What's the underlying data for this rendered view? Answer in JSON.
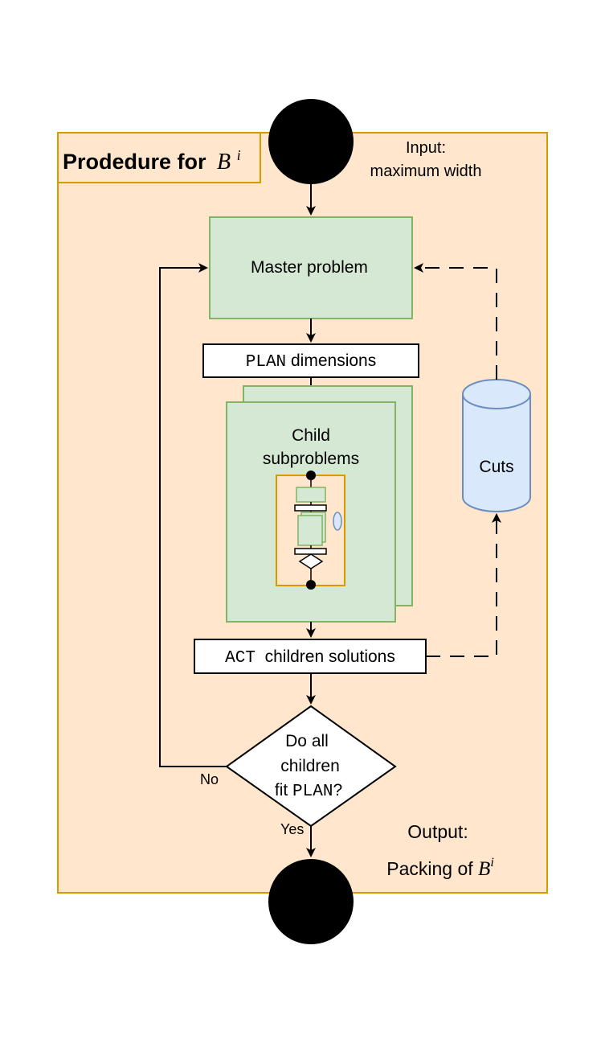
{
  "frame": {
    "title": "Prodedure for",
    "title_math_base": "B",
    "title_math_sup": "i"
  },
  "start": {
    "input_line1": "Input:",
    "input_line2": "maximum width"
  },
  "nodes": {
    "master": "Master problem",
    "plan_keyword": "PLAN",
    "plan_rest": " dimensions",
    "child_line1": "Child",
    "child_line2": "subproblems",
    "act_keyword": "ACT",
    "act_rest": "  children solutions",
    "cuts": "Cuts",
    "decision_line1": "Do all",
    "decision_line2": "children",
    "decision_line3_pre": "fit ",
    "decision_line3_kw": "PLAN",
    "decision_line3_post": "?"
  },
  "edges": {
    "no_label": "No",
    "yes_label": "Yes"
  },
  "end": {
    "output_line1": "Output:",
    "output_line2_pre": "Packing of ",
    "output_math_base": "B",
    "output_math_sup": "i"
  },
  "colors": {
    "frame_fill": "#ffe6cc",
    "frame_stroke": "#d79b00",
    "green_fill": "#d5e8d4",
    "green_stroke": "#82b366",
    "blue_fill": "#dae8fc",
    "blue_stroke": "#6c8ebf",
    "ink": "#000000"
  }
}
